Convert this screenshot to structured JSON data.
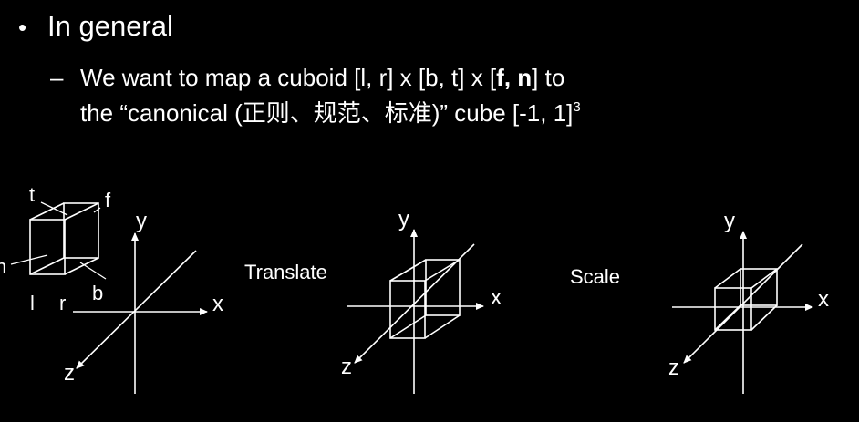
{
  "slide": {
    "bullet_symbol": "•",
    "bullet_text": "In general",
    "sub_dash": "–",
    "line1_part1": "We want to map a cuboid [l, r] x [b, t] x [",
    "line1_bold": "f, n",
    "line1_part2": "] to",
    "line2_text": "the “canonical (正则、规范、标准)” cube [-1, 1]",
    "line2_sup": "3"
  },
  "diagram": {
    "cuboid_labels": {
      "t": "t",
      "f": "f",
      "n": "n",
      "b": "b",
      "l": "l",
      "r": "r"
    },
    "axis_labels": {
      "x": "x",
      "y": "y",
      "z": "z"
    },
    "step_labels": {
      "translate": "Translate",
      "scale": "Scale"
    }
  }
}
